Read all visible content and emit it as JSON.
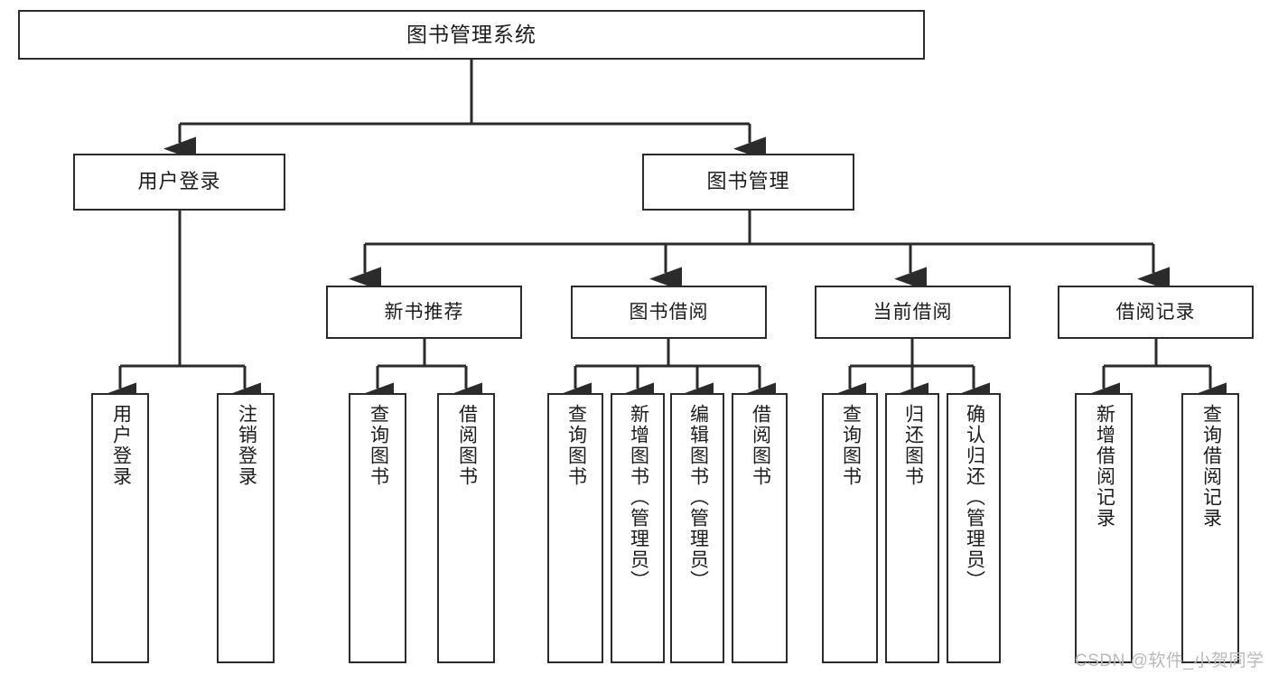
{
  "diagram": {
    "type": "tree-hierarchy-functional-decomposition",
    "title": "图书管理系统",
    "watermark": "CSDN @软件_小贺同学",
    "colors": {
      "background": "#ffffff",
      "box_border": "#2b2b2b",
      "box_fill": "#ffffff",
      "text": "#1c1c1c",
      "connector": "#2b2b2b",
      "watermark": "#b9b9b9"
    },
    "nodes": {
      "root": {
        "label": "图书管理系统"
      },
      "level2": [
        {
          "label": "用户登录"
        },
        {
          "label": "图书管理"
        }
      ],
      "level3": [
        {
          "label": "新书推荐"
        },
        {
          "label": "图书借阅"
        },
        {
          "label": "当前借阅"
        },
        {
          "label": "借阅记录"
        }
      ],
      "leaves_user_login": [
        {
          "label": "用户登录"
        },
        {
          "label": "注销登录"
        }
      ],
      "leaves_new_book": [
        {
          "label": "查询图书"
        },
        {
          "label": "借阅图书"
        }
      ],
      "leaves_borrow": [
        {
          "label": "查询图书"
        },
        {
          "label": "新增图书（管理员）"
        },
        {
          "label": "编辑图书（管理员）"
        },
        {
          "label": "借阅图书"
        }
      ],
      "leaves_current": [
        {
          "label": "查询图书"
        },
        {
          "label": "归还图书"
        },
        {
          "label": "确认归还（管理员）"
        }
      ],
      "leaves_records": [
        {
          "label": "新增借阅记录"
        },
        {
          "label": "查询借阅记录"
        }
      ]
    }
  }
}
